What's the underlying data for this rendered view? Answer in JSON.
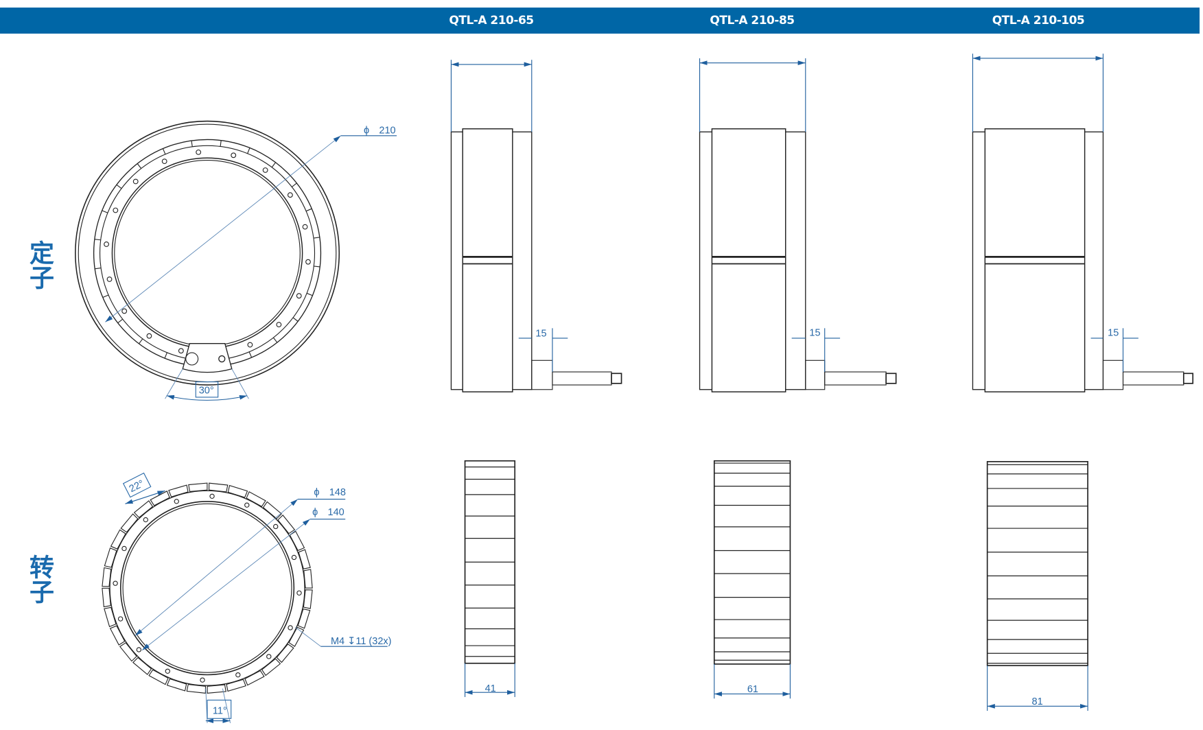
{
  "header": {
    "models": [
      "QTL-A 210-65",
      "QTL-A 210-85",
      "QTL-A 210-105"
    ]
  },
  "rows": {
    "stator_label": "定子",
    "rotor_label": "转子"
  },
  "stator": {
    "diameter_symbol": "ϕ",
    "diameter": "210",
    "angle": "30°",
    "cable_offset": [
      "15",
      "15",
      "15"
    ]
  },
  "rotor": {
    "angle_top": "22°",
    "outer_diameter_symbol": "ϕ",
    "outer_diameter": "148",
    "inner_diameter_symbol": "ϕ",
    "inner_diameter": "140",
    "thread_note": "M4 ↧11 (32x)",
    "angle_bottom": "11°",
    "widths": [
      "41",
      "61",
      "81"
    ]
  },
  "colors": {
    "header_bg": "#0066a6",
    "dimension": "#2a6aa8",
    "line": "#222222"
  }
}
